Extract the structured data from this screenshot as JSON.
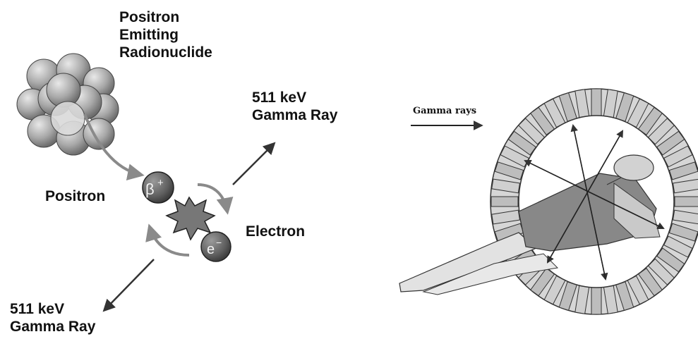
{
  "labels": {
    "radionuclide": "Positron\nEmitting\nRadionuclide",
    "positron": "Positron",
    "electron": "Electron",
    "gamma_top": "511 keV\nGamma Ray",
    "gamma_bottom": "511 keV\nGamma Ray",
    "gamma_rays": "Gamma rays",
    "beta_symbol": "β",
    "beta_charge": "+",
    "electron_symbol": "e",
    "electron_charge": "−"
  }
}
